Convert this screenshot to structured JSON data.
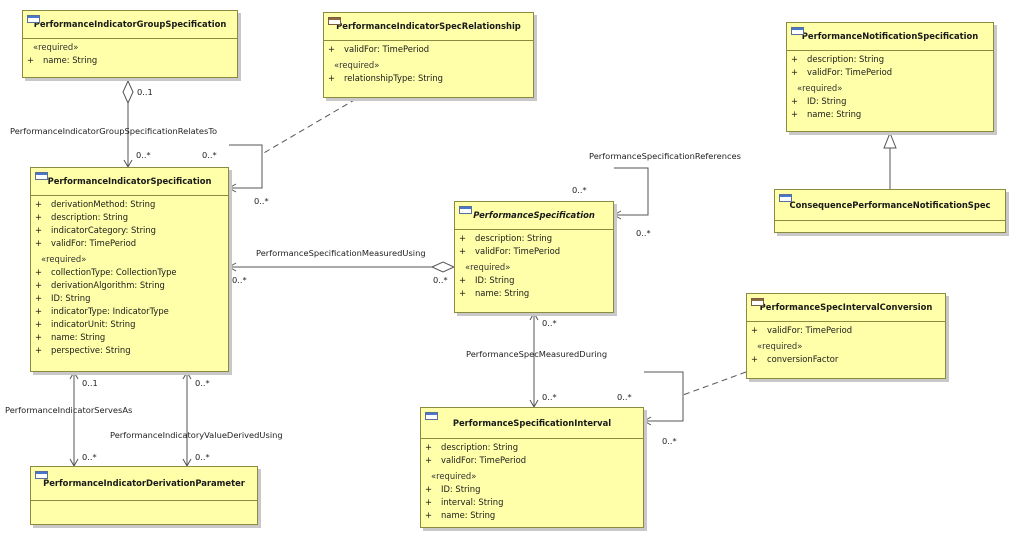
{
  "classes": {
    "pigs": {
      "name": "PerformanceIndicatorGroupSpecification",
      "groups": [
        {
          "stereotype": "«required»",
          "attrs": [
            {
              "vis": "+",
              "text": "name: String"
            }
          ]
        }
      ]
    },
    "pisr": {
      "name": "PerformanceIndicatorSpecRelationship",
      "groups": [
        {
          "stereotype": "",
          "attrs": [
            {
              "vis": "+",
              "text": "validFor: TimePeriod"
            }
          ]
        },
        {
          "stereotype": "«required»",
          "attrs": [
            {
              "vis": "+",
              "text": "relationshipType: String"
            }
          ]
        }
      ]
    },
    "pns": {
      "name": "PerformanceNotificationSpecification",
      "groups": [
        {
          "stereotype": "",
          "attrs": [
            {
              "vis": "+",
              "text": "description: String"
            },
            {
              "vis": "+",
              "text": "validFor: TimePeriod"
            }
          ]
        },
        {
          "stereotype": "«required»",
          "attrs": [
            {
              "vis": "+",
              "text": "ID: String"
            },
            {
              "vis": "+",
              "text": "name: String"
            }
          ]
        }
      ]
    },
    "cpns": {
      "name": "ConsequencePerformanceNotificationSpec",
      "groups": []
    },
    "pis": {
      "name": "PerformanceIndicatorSpecification",
      "groups": [
        {
          "stereotype": "",
          "attrs": [
            {
              "vis": "+",
              "text": "derivationMethod: String"
            },
            {
              "vis": "+",
              "text": "description: String"
            },
            {
              "vis": "+",
              "text": "indicatorCategory: String"
            },
            {
              "vis": "+",
              "text": "validFor: TimePeriod"
            }
          ]
        },
        {
          "stereotype": "«required»",
          "attrs": [
            {
              "vis": "+",
              "text": "collectionType: CollectionType"
            },
            {
              "vis": "+",
              "text": "derivationAlgorithm: String"
            },
            {
              "vis": "+",
              "text": "ID: String"
            },
            {
              "vis": "+",
              "text": "indicatorType: IndicatorType"
            },
            {
              "vis": "+",
              "text": "indicatorUnit: String"
            },
            {
              "vis": "+",
              "text": "name: String"
            },
            {
              "vis": "+",
              "text": "perspective: String"
            }
          ]
        }
      ]
    },
    "ps": {
      "name": "PerformanceSpecification",
      "groups": [
        {
          "stereotype": "",
          "attrs": [
            {
              "vis": "+",
              "text": "description: String"
            },
            {
              "vis": "+",
              "text": "validFor: TimePeriod"
            }
          ]
        },
        {
          "stereotype": "«required»",
          "attrs": [
            {
              "vis": "+",
              "text": "ID: String"
            },
            {
              "vis": "+",
              "text": "name: String"
            }
          ]
        }
      ]
    },
    "psic": {
      "name": "PerformanceSpecIntervalConversion",
      "groups": [
        {
          "stereotype": "",
          "attrs": [
            {
              "vis": "+",
              "text": "validFor: TimePeriod"
            }
          ]
        },
        {
          "stereotype": "«required»",
          "attrs": [
            {
              "vis": "+",
              "text": "conversionFactor"
            }
          ]
        }
      ]
    },
    "pidp": {
      "name": "PerformanceIndicatorDerivationParameter",
      "groups": []
    },
    "psi": {
      "name": "PerformanceSpecificationInterval",
      "groups": [
        {
          "stereotype": "",
          "attrs": [
            {
              "vis": "+",
              "text": "description: String"
            },
            {
              "vis": "+",
              "text": "validFor: TimePeriod"
            }
          ]
        },
        {
          "stereotype": "«required»",
          "attrs": [
            {
              "vis": "+",
              "text": "ID: String"
            },
            {
              "vis": "+",
              "text": "interval: String"
            },
            {
              "vis": "+",
              "text": "name: String"
            }
          ]
        }
      ]
    }
  },
  "associations": {
    "group_relates_to": "PerformanceIndicatorGroupSpecificationRelatesTo",
    "measured_using": "PerformanceSpecificationMeasuredUsing",
    "spec_references": "PerformanceSpecificationReferences",
    "measured_during": "PerformanceSpecMeasuredDuring",
    "serves_as": "PerformanceIndicatorServesAs",
    "value_derived_using": "PerformanceIndicatoryValueDerivedUsing"
  },
  "multiplicities": {
    "m1": "0..1",
    "m2": "0..*",
    "m3": "0..*",
    "m4": "0..*",
    "m5": "0..*",
    "m6": "0..*",
    "m7": "0..*",
    "m8": "0..*",
    "m9": "0..*",
    "m10": "0..*",
    "m11": "0..1",
    "m12": "0..*",
    "m13": "0..*",
    "m14": "0..*",
    "m15": "0..*",
    "m16": "0..*"
  }
}
